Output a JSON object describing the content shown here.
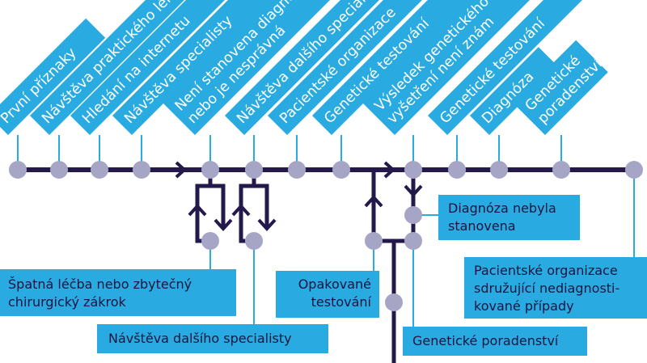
{
  "colors": {
    "tag": "#29abe2",
    "line": "#23194b",
    "node": "#a7a5c5",
    "label_text": "#1a1540"
  },
  "steps": [
    "První příznaky",
    "Návštěva praktického lékaře",
    "Hledání na internetu",
    "Návštěva specialisty",
    "Není stanovena diagnóza nebo je nesprávná",
    "Návštěva dalšího specialisty",
    "Pacientské organizace",
    "Genetické testování",
    "Výsledek genetického vyšetření není znám",
    "Genetické testování",
    "Diagnóza",
    "Genetické poradenství"
  ],
  "branch_labels": {
    "wrong_treatment": [
      "Špatná léčba nebo zbytečný",
      "chirurgický zákrok"
    ],
    "another_specialist": "Návštěva dalšího specialisty",
    "repeated_testing": [
      "Opakované",
      "testování"
    ],
    "no_diagnosis": [
      "Diagnóza nebyla",
      "stanovena"
    ],
    "genetic_counselling": "Genetické poradenství",
    "patient_orgs": [
      "Pacientské organizace",
      "sdružující nediagnosti-",
      "kované případy"
    ]
  }
}
